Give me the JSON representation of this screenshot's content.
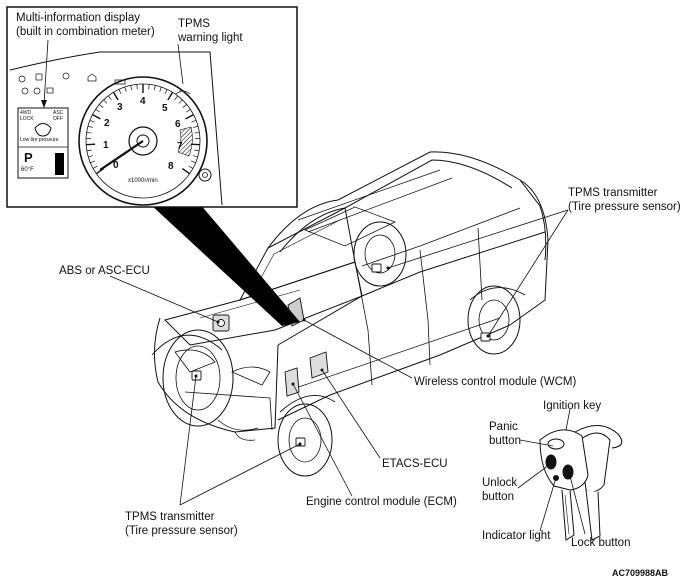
{
  "callouts": {
    "mid_line1": "Multi-information display",
    "mid_line2": "(built in combination meter)",
    "tpms_light_line1": "TPMS",
    "tpms_light_line2": "warning light",
    "tpms_tx_rear_line1": "TPMS transmitter",
    "tpms_tx_rear_line2": "(Tire pressure sensor)",
    "abs_ecu": "ABS or ASC-ECU",
    "wcm": "Wireless control module (WCM)",
    "ignition_key": "Ignition key",
    "panic_line1": "Panic",
    "panic_line2": "button",
    "etacs": "ETACS-ECU",
    "unlock_line1": "Unlock",
    "unlock_line2": "button",
    "ecm": "Engine control module (ECM)",
    "tpms_tx_front_line1": "TPMS transmitter",
    "tpms_tx_front_line2": "(Tire pressure sensor)",
    "indicator": "Indicator light",
    "lock": "Lock button",
    "figure_code": "AC709988AB"
  },
  "meter": {
    "tach_digits": [
      "0",
      "1",
      "2",
      "3",
      "4",
      "5",
      "6",
      "7",
      "8"
    ],
    "rpm_unit": "x1000r/min",
    "display": {
      "top_left": "4WD LOCK",
      "top_right": "ASC OFF",
      "low_pressure": "Low tire pressure",
      "gear": "P",
      "temp": "60°F"
    }
  }
}
